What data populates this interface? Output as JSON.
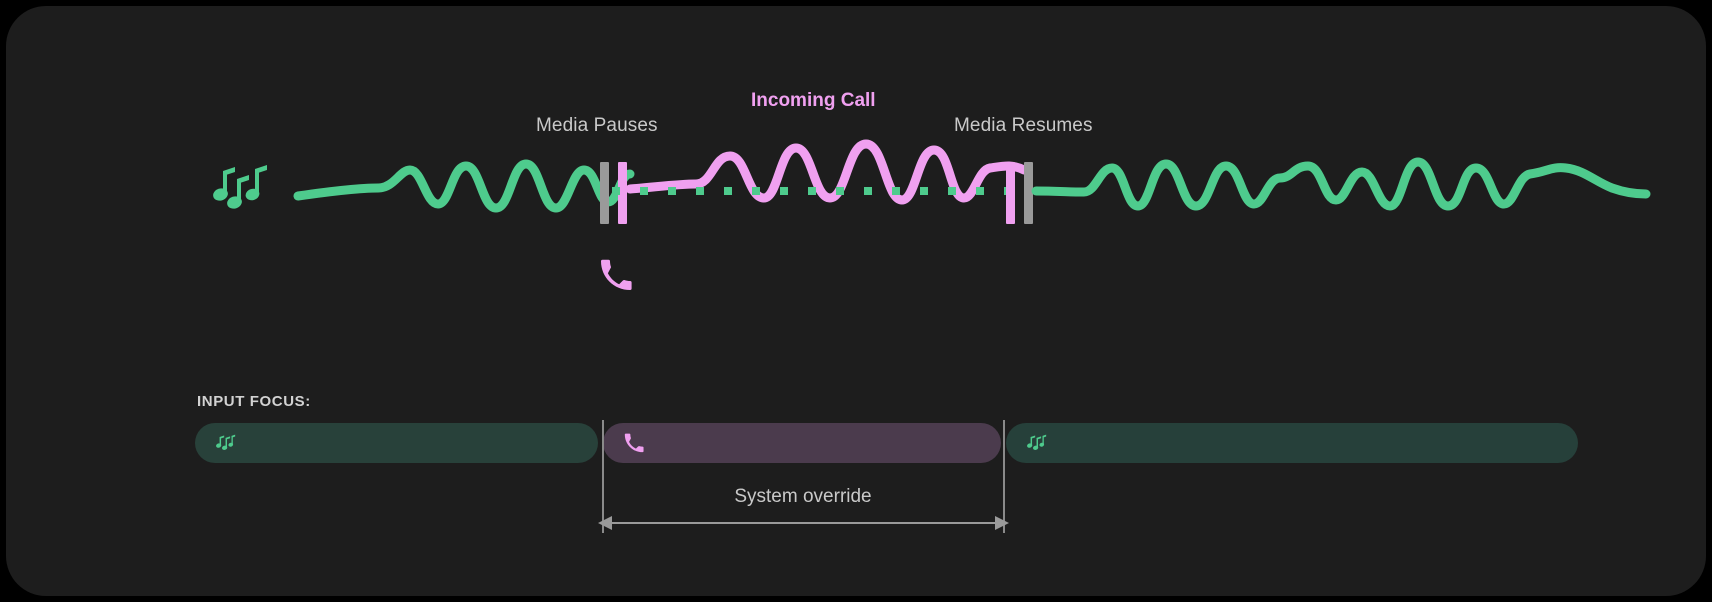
{
  "card": {
    "background": "#1d1d1d"
  },
  "timeline": {
    "labels": {
      "media_pauses": "Media Pauses",
      "incoming_call": "Incoming Call",
      "media_resumes": "Media Resumes"
    },
    "icons": {
      "music_notes": "music-notes-icon",
      "phone": "phone-icon"
    },
    "colors": {
      "media_wave": "#4ecb8d",
      "call_wave": "#f0a0f0",
      "pause_marker": "#9a9a9a",
      "call_marker": "#f0a0f0",
      "paused_dots": "#4ecb8d"
    }
  },
  "input_focus": {
    "label": "INPUT FOCUS:",
    "segments": [
      {
        "name": "media-1",
        "glyph": "music-notes-icon",
        "color": "#28413a",
        "accent": "#4ecb8d"
      },
      {
        "name": "call",
        "glyph": "phone-icon",
        "color": "#4b3b4d",
        "accent": "#f0a0f0"
      },
      {
        "name": "media-2",
        "glyph": "music-notes-icon",
        "color": "#26403a",
        "accent": "#4ecb8d"
      }
    ],
    "override": {
      "caption": "System override"
    }
  }
}
